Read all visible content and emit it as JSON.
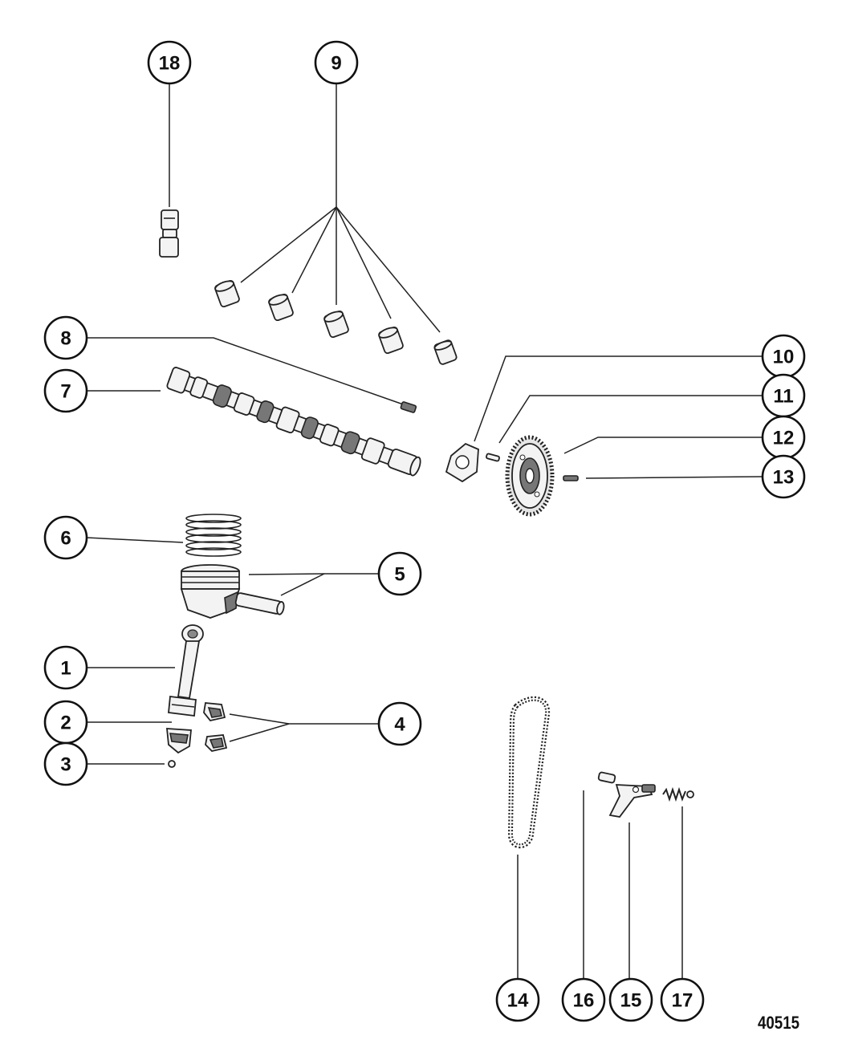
{
  "callouts": [
    {
      "id": "c1",
      "label": "1"
    },
    {
      "id": "c2",
      "label": "2"
    },
    {
      "id": "c3",
      "label": "3"
    },
    {
      "id": "c4",
      "label": "4"
    },
    {
      "id": "c5",
      "label": "5"
    },
    {
      "id": "c6",
      "label": "6"
    },
    {
      "id": "c7",
      "label": "7"
    },
    {
      "id": "c8",
      "label": "8"
    },
    {
      "id": "c9",
      "label": "9"
    },
    {
      "id": "c10",
      "label": "10"
    },
    {
      "id": "c11",
      "label": "11"
    },
    {
      "id": "c12",
      "label": "12"
    },
    {
      "id": "c13",
      "label": "13"
    },
    {
      "id": "c14",
      "label": "14"
    },
    {
      "id": "c15",
      "label": "15"
    },
    {
      "id": "c16",
      "label": "16"
    },
    {
      "id": "c17",
      "label": "17"
    },
    {
      "id": "c18",
      "label": "18"
    }
  ],
  "figure_number": "40515"
}
